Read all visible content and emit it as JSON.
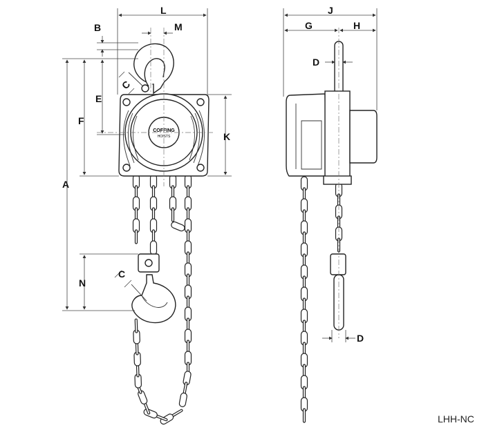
{
  "diagram": {
    "model_code": "LHH-NC",
    "logo_text": [
      "COFFING",
      "HOISTS"
    ],
    "front_view_labels": {
      "L": "L",
      "M": "M",
      "B": "B",
      "E": "E",
      "F": "F",
      "A": "A",
      "K": "K",
      "N": "N",
      "C_top": "C",
      "C_bottom": "C"
    },
    "side_view_labels": {
      "J": "J",
      "G": "G",
      "H": "H",
      "D_top": "D",
      "D_bottom": "D"
    }
  }
}
